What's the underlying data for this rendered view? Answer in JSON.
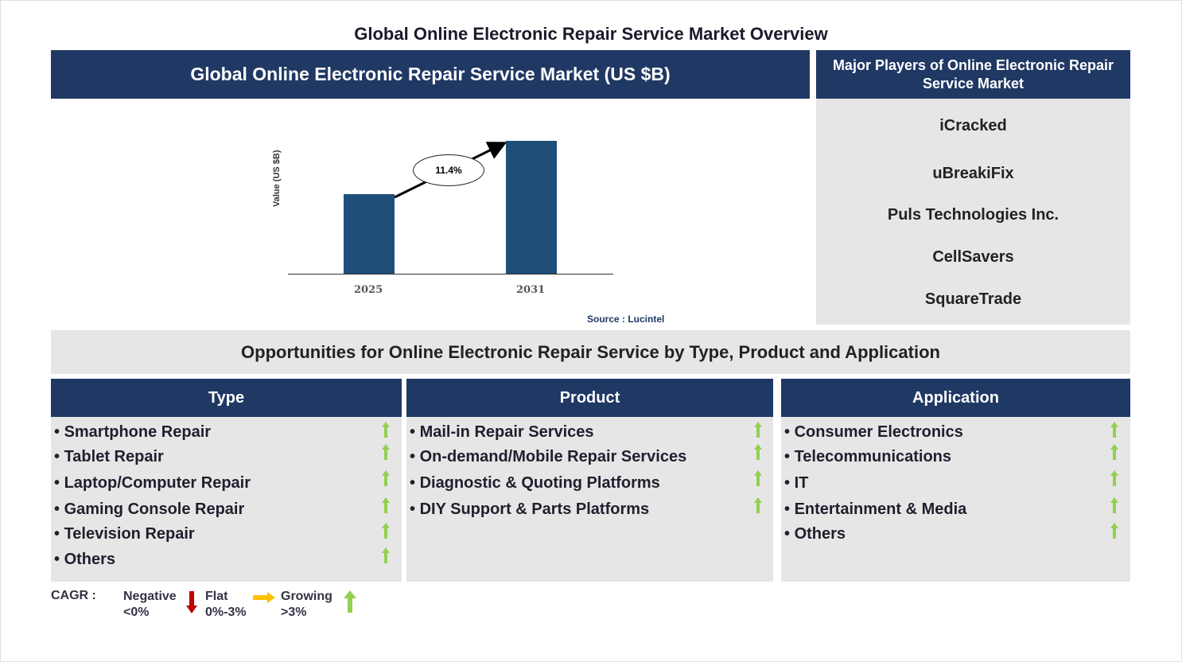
{
  "title": "Global Online Electronic Repair Service Market Overview",
  "market_panel": {
    "header": "Global Online Electronic Repair Service Market (US $B)",
    "source": "Source : Lucintel"
  },
  "players_panel": {
    "header": "Major Players of Online Electronic Repair Service Market",
    "players": [
      "iCracked",
      "uBreakiFix",
      "Puls Technologies Inc.",
      "CellSavers",
      "SquareTrade"
    ]
  },
  "opportunities": {
    "header": "Opportunities for Online Electronic Repair Service by Type, Product and Application",
    "segments": [
      {
        "label": "Type",
        "items": [
          "Smartphone Repair",
          "Tablet Repair",
          "Laptop/Computer Repair",
          "Gaming Console Repair",
          "Television Repair",
          "Others"
        ],
        "trend": "growing"
      },
      {
        "label": "Product",
        "items": [
          "Mail-in Repair Services",
          "On-demand/Mobile Repair Services",
          "Diagnostic & Quoting Platforms",
          "DIY Support & Parts Platforms"
        ],
        "trend": "growing"
      },
      {
        "label": "Application",
        "items": [
          "Consumer Electronics",
          "Telecommunications",
          "IT",
          "Entertainment & Media",
          "Others"
        ],
        "trend": "growing"
      }
    ]
  },
  "legend": {
    "label": "CAGR :",
    "negative": {
      "label": "Negative",
      "range": "<0%",
      "color": "#c00000"
    },
    "flat": {
      "label": "Flat",
      "range": "0%-3%",
      "color": "#ffc000"
    },
    "growing": {
      "label": "Growing",
      "range": ">3%",
      "color": "#92d050"
    }
  },
  "colors": {
    "navy": "#203864",
    "bar": "#1f4e79",
    "panel_gray": "#e6e6e6"
  },
  "chart_data": {
    "type": "bar",
    "title": "Global Online Electronic Repair Service Market (US $B)",
    "categories": [
      "2025",
      "2031"
    ],
    "values": [
      1.0,
      1.67
    ],
    "xlabel": "",
    "ylabel": "Value (US $B)",
    "annotations": [
      {
        "type": "cagr-arrow",
        "text": "11.4%",
        "from": "2025",
        "to": "2031"
      }
    ],
    "grid": false,
    "legend": "none",
    "note": "Bar heights are relative; no numeric axis shown"
  }
}
